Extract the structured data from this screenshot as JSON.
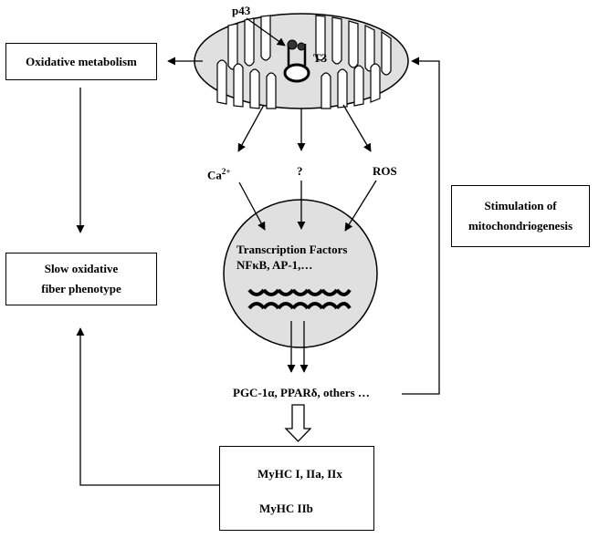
{
  "labels": {
    "p43": "p43",
    "t3": "T3",
    "ca": "Ca",
    "ca_sup": "2+",
    "question": "?",
    "ros": "ROS",
    "tf_line1": "Transcription Factors",
    "tf_line2": "NFκB, AP-1,…",
    "pgc": "PGC-1α, PPARδ, others …"
  },
  "boxes": {
    "oxidative_metabolism": "Oxidative metabolism",
    "slow_line1": "Slow oxidative",
    "slow_line2": "fiber phenotype",
    "stim_line1": "Stimulation of",
    "stim_line2": "mitochondriogenesis",
    "myhc_up": "MyHC I, IIa, IIx",
    "myhc_down": "MyHC IIb"
  },
  "colors": {
    "organelle_fill": "#e0e0e0",
    "line": "#000000",
    "background": "#ffffff"
  }
}
